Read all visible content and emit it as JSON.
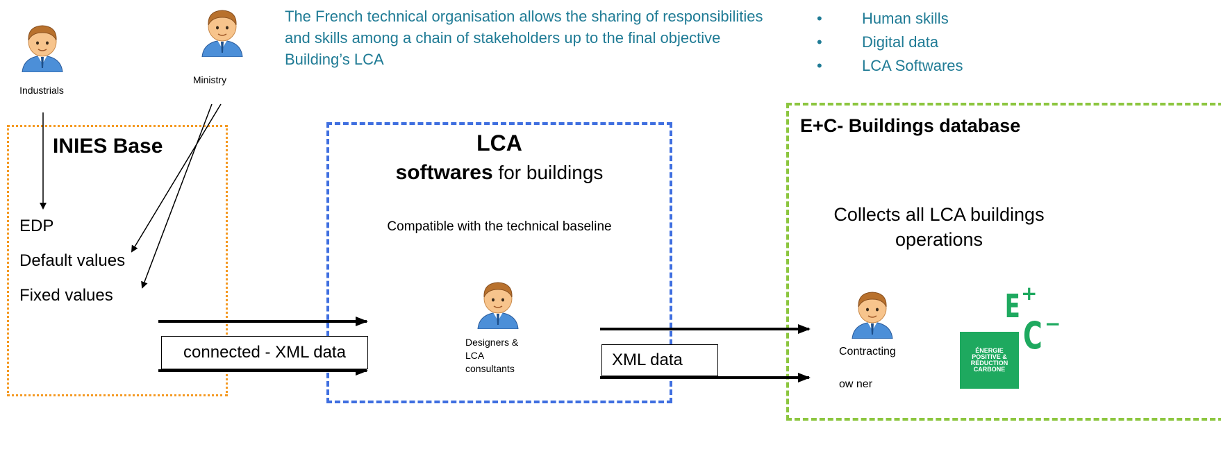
{
  "intro_text": "The French technical organisation allows the sharing of responsibilities and skills among a chain of stakeholders up to the final objective Building’s LCA",
  "bullets": [
    "Human skills",
    "Digital data",
    "LCA Softwares"
  ],
  "bullet_marker": "•",
  "actors": {
    "industrials": "Industrials",
    "ministry": "Ministry",
    "designers": [
      "Designers &",
      "LCA",
      "consultants"
    ],
    "contracting_owner": [
      "Contracting",
      "ow ner"
    ]
  },
  "inies": {
    "title": "INIES Base",
    "items": [
      "EDP",
      "Default values",
      "Fixed values"
    ]
  },
  "lca": {
    "title_line1": "LCA",
    "title_bold": "softwares",
    "title_rest": " for buildings",
    "subtitle": "Compatible  with the technical baseline"
  },
  "ec": {
    "title": "E+C-  Buildings  database",
    "description": [
      "Collects  all  LCA buildings",
      "operations"
    ]
  },
  "flow_labels": {
    "connected": "connected - XML  data",
    "xml": "XML  data"
  },
  "logo": {
    "top": "E",
    "top_sup": "+",
    "bottom": "C",
    "bottom_sup": "−",
    "caption": [
      "ÉNERGIE",
      "POSITIVE &",
      "RÉDUCTION",
      "CARBONE"
    ]
  },
  "colors": {
    "intro_text": "#1f7b95",
    "inies_border": "#f59a23",
    "lca_border": "#3f6fe0",
    "ec_border": "#8cc63f",
    "logo_green": "#1ea95f"
  }
}
